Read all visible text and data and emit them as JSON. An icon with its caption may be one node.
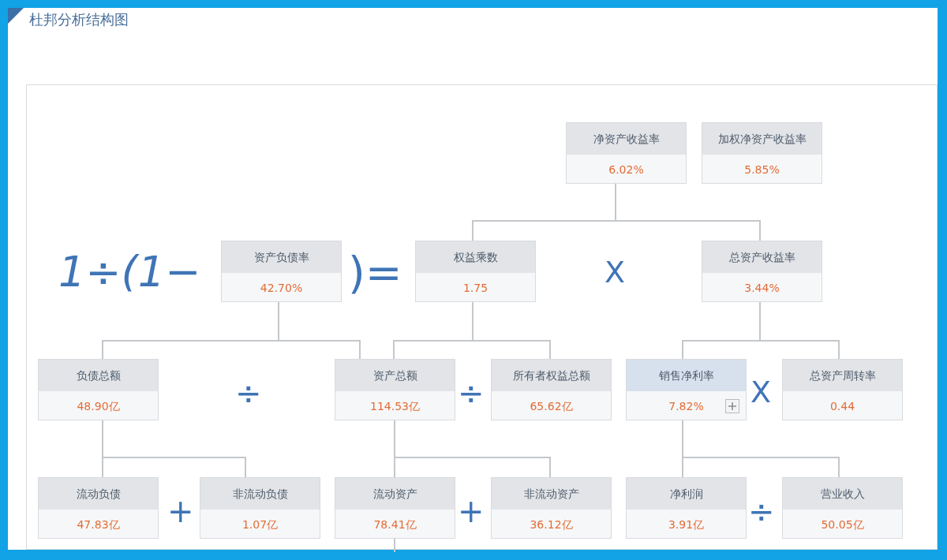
{
  "diagram": {
    "title": "杜邦分析结构图",
    "nodes": [
      {
        "text": [
          "净资产收益率",
          "6.02%"
        ]
      },
      {
        "text": [
          "加权净资产收益率",
          "5.85%"
        ]
      },
      {
        "text": [
          "资产负债率",
          "42.70%"
        ]
      },
      {
        "text": [
          "权益乘数",
          "1.75"
        ]
      },
      {
        "text": [
          "总资产收益率",
          "3.44%"
        ]
      },
      {
        "text": [
          "负债总额",
          "48.90亿"
        ]
      },
      {
        "text": [
          "资产总额",
          "114.53亿"
        ]
      },
      {
        "text": [
          "所有者权益总额",
          "65.62亿"
        ]
      },
      {
        "text": [
          "销售净利率",
          "7.82%"
        ]
      },
      {
        "text": [
          "总资产周转率",
          "0.44"
        ]
      },
      {
        "text": [
          "流动负债",
          "47.83亿"
        ]
      },
      {
        "text": [
          "非流动负债",
          "1.07亿"
        ]
      },
      {
        "text": [
          "流动资产",
          "78.41亿"
        ]
      },
      {
        "text": [
          "非流动资产",
          "36.12亿"
        ]
      },
      {
        "text": [
          "净利润",
          "3.91亿"
        ]
      },
      {
        "text": [
          "营业收入",
          "50.05亿"
        ]
      }
    ],
    "edges": [
      {
        "from": 0,
        "to": 3,
        "arrow": "none"
      },
      {
        "from": 0,
        "to": 4,
        "arrow": "none"
      },
      {
        "from": 2,
        "to": 5,
        "arrow": "none"
      },
      {
        "from": 2,
        "to": 6,
        "arrow": "none"
      },
      {
        "from": 3,
        "to": 6,
        "arrow": "none"
      },
      {
        "from": 3,
        "to": 7,
        "arrow": "none"
      },
      {
        "from": 4,
        "to": 8,
        "arrow": "none"
      },
      {
        "from": 4,
        "to": 9,
        "arrow": "none"
      },
      {
        "from": 5,
        "to": 10,
        "arrow": "none"
      },
      {
        "from": 5,
        "to": 11,
        "arrow": "none"
      },
      {
        "from": 6,
        "to": 12,
        "arrow": "none"
      },
      {
        "from": 6,
        "to": 13,
        "arrow": "none"
      },
      {
        "from": 8,
        "to": 14,
        "arrow": "none"
      },
      {
        "from": 8,
        "to": 15,
        "arrow": "none"
      },
      {
        "from": 12,
        "to": null,
        "arrow": "none"
      }
    ],
    "labels": [
      "1÷(1−",
      ")=",
      "X",
      "÷",
      "÷",
      "X",
      "+",
      "+",
      "÷"
    ]
  }
}
